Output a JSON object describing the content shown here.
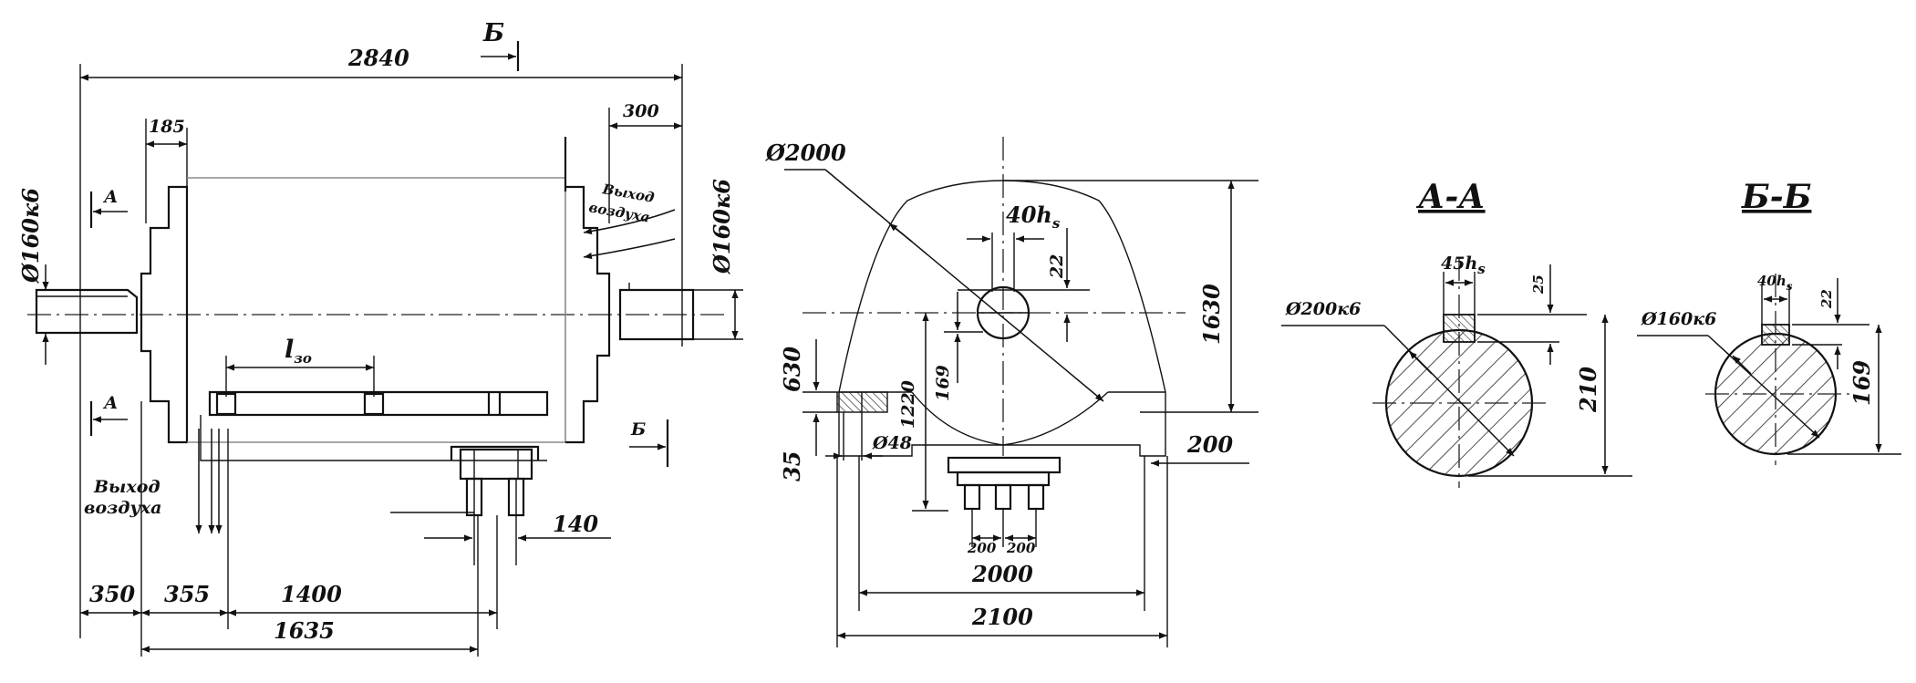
{
  "side_view": {
    "overall_length": "2840",
    "dia_left_shaft": "Ø160к6",
    "dia_right_shaft": "Ø160к6",
    "hub_width": "185",
    "right_end": "300",
    "air_outlet_right_line1": "Выход",
    "air_outlet_right_line2": "воздуха",
    "air_outlet_left_line1": "Выход",
    "air_outlet_left_line2": "воздуха",
    "section_a_top": "А",
    "section_a_bottom": "А",
    "section_b_top": "Б",
    "section_b_bottom": "Б",
    "bearing_span_label": "l",
    "bearing_span_sub": "зо",
    "foot_width": "140",
    "dim_350": "350",
    "dim_355": "355",
    "dim_1400": "1400",
    "dim_1635": "1635"
  },
  "end_view": {
    "dia_rotor": "Ø2000",
    "key_label": "40h",
    "key_sub": "s",
    "dim_22": "22",
    "height_total": "1630",
    "axis_height": "1220",
    "dim_169": "169",
    "dim_630": "630",
    "hole_dia": "Ø48",
    "dim_35": "35",
    "dim_200_right": "200",
    "foot_spacing_left": "200",
    "foot_spacing_right": "200",
    "base_inner": "2000",
    "base_outer": "2100"
  },
  "section_aa": {
    "title": "А-А",
    "diameter": "Ø200к6",
    "key_width": "45h",
    "key_sub": "s",
    "key_depth": "25",
    "height": "210"
  },
  "section_bb": {
    "title": "Б-Б",
    "diameter": "Ø160к6",
    "key_width": "40h",
    "key_sub": "s",
    "key_depth": "22",
    "height": "169"
  }
}
